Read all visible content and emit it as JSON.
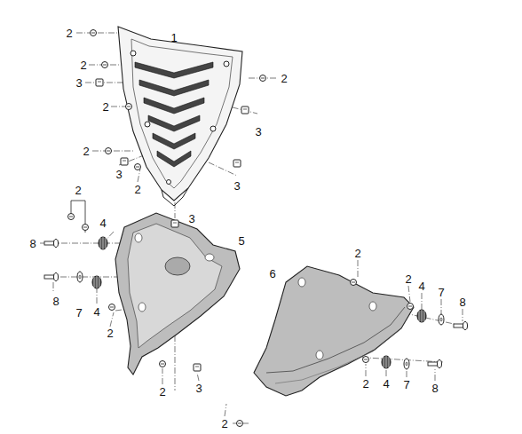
{
  "diagram": {
    "labels": [
      "2",
      "1",
      "2",
      "2",
      "3",
      "2",
      "3",
      "2",
      "3",
      "2",
      "3",
      "2",
      "3",
      "4",
      "5",
      "8",
      "6",
      "2",
      "2",
      "4",
      "7",
      "8",
      "8",
      "7",
      "4",
      "2",
      "2",
      "4",
      "7",
      "8",
      "3",
      "2",
      "2"
    ]
  }
}
